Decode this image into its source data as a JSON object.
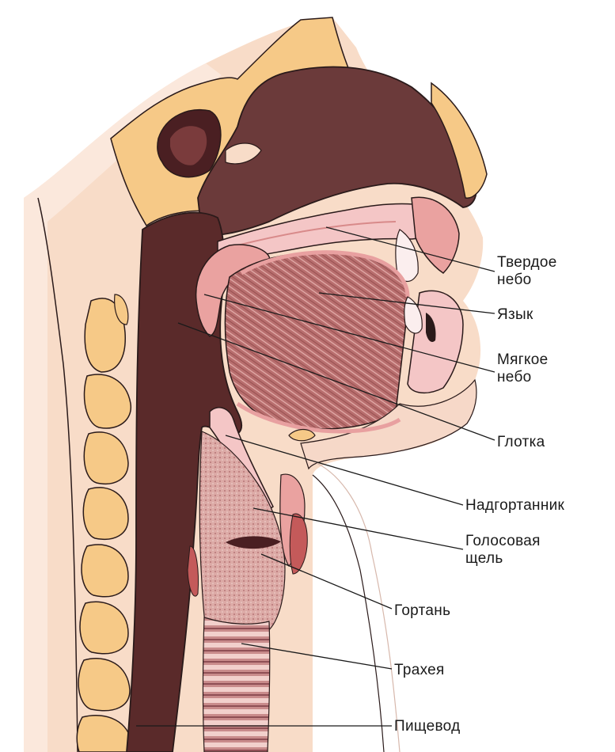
{
  "labels": {
    "hard_palate": [
      "Твердое",
      "небо"
    ],
    "tongue": "Язык",
    "soft_palate": [
      "Мягкое",
      "небо"
    ],
    "pharynx": "Глотка",
    "epiglottis": "Надгортанник",
    "glottis": [
      "Голосовая",
      "щель"
    ],
    "larynx": "Гортань",
    "trachea": "Трахея",
    "esophagus": "Пищевод"
  },
  "colors": {
    "background": "#fbf0e8",
    "skin": "#f8dcc8",
    "bone": "#f6c987",
    "nasal_cavity": "#6b3a3a",
    "pharynx": "#5a2a2a",
    "tongue": "#b56b6b",
    "mucosa": "#e8a0a0",
    "palate": "#f4c6c6",
    "outline": "#2a1a1a",
    "leader_line": "#1a1a1a"
  }
}
